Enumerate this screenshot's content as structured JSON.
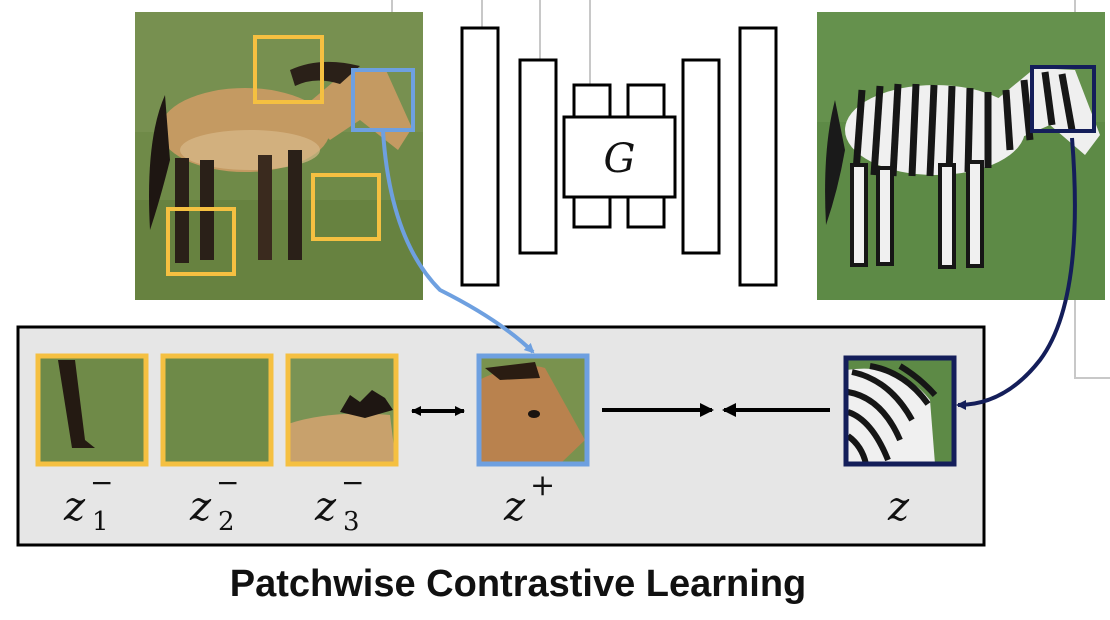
{
  "generator": {
    "label": "G"
  },
  "patches": {
    "neg1": {
      "base": "z",
      "sup": "−",
      "sub": "1"
    },
    "neg2": {
      "base": "z",
      "sup": "−",
      "sub": "2"
    },
    "neg3": {
      "base": "z",
      "sup": "−",
      "sub": "3"
    },
    "pos": {
      "base": "z",
      "sup": "+"
    },
    "query": {
      "base": "z"
    }
  },
  "caption": "Patchwise Contrastive Learning",
  "colors": {
    "negative_box": "#f5c041",
    "positive_box": "#6ea0e0",
    "query_box": "#141e5a",
    "panel_bg": "#e6e6e6",
    "grass": "#6f8a48"
  }
}
